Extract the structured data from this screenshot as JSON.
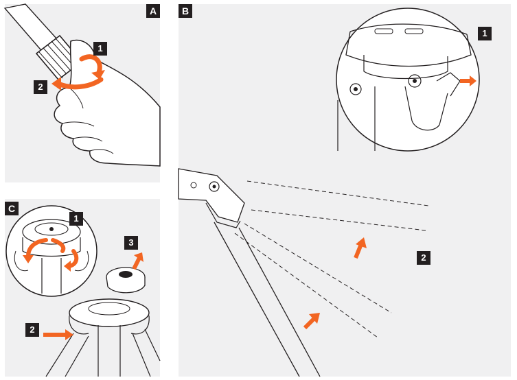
{
  "panels": {
    "a": {
      "label": "A",
      "steps": [
        "1",
        "2"
      ]
    },
    "b": {
      "label": "B",
      "steps": [
        "1",
        "2"
      ]
    },
    "c": {
      "label": "C",
      "steps": [
        "1",
        "2",
        "3"
      ]
    }
  },
  "colors": {
    "accent": "#f26522",
    "panel_bg": "#f0f0f1",
    "ink": "#231f20",
    "tag_bg": "#231f20"
  }
}
